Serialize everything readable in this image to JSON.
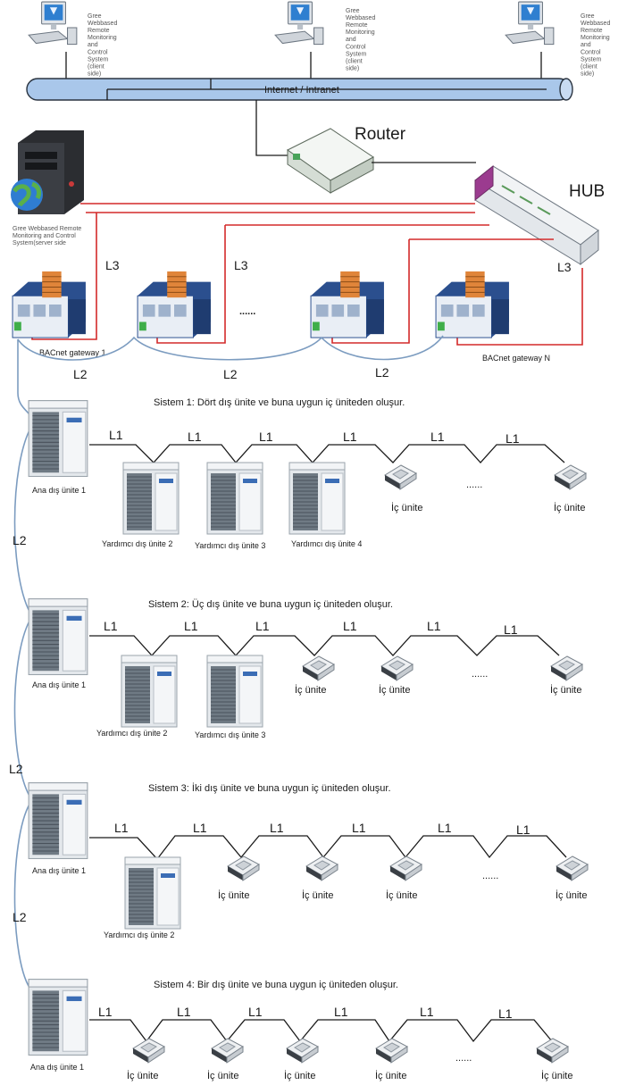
{
  "clients": [
    {
      "text": "Gree Webbased Remote Monitoring and Control System (client side)"
    },
    {
      "text": "Gree Webbased Remote Monitoring and Control System (client side)"
    },
    {
      "text": "Gree Webbased Remote Monitoring and Control System (client side)"
    }
  ],
  "network": {
    "label": "Internet / Intranet"
  },
  "router": {
    "label": "Router"
  },
  "hub": {
    "label": "HUB"
  },
  "server": {
    "label": "Gree Webbased Remote Monitoring and Control System(server side"
  },
  "gateways": {
    "first": "BACnet gateway 1",
    "last": "BACnet gateway N",
    "dots": "......"
  },
  "link_labels": {
    "l1": "L1",
    "l2": "L2",
    "l3": "L3"
  },
  "systems": [
    {
      "title": "Sistem 1: Dört dış ünite ve buna uygun iç üniteden oluşur.",
      "main": "Ana dış ünite 1",
      "aux": [
        "Yardımcı dış ünite 2",
        "Yardımcı dış ünite 3",
        "Yardımcı dış ünite 4"
      ],
      "indoor": [
        "İç ünite",
        "İç ünite"
      ],
      "dots": "......"
    },
    {
      "title": "Sistem 2: Üç dış ünite ve buna uygun iç üniteden oluşur.",
      "main": "Ana dış ünite 1",
      "aux": [
        "Yardımcı dış ünite 2",
        "Yardımcı dış ünite 3"
      ],
      "indoor": [
        "İç ünite",
        "İç ünite",
        "İç ünite"
      ],
      "dots": "......"
    },
    {
      "title": "Sistem 3: İki dış ünite ve buna uygun iç üniteden oluşur.",
      "main": "Ana dış ünite 1",
      "aux": [
        "Yardımcı dış ünite 2"
      ],
      "indoor": [
        "İç ünite",
        "İç ünite",
        "İç ünite",
        "İç ünite"
      ],
      "dots": "......"
    },
    {
      "title": "Sistem 4: Bir dış ünite ve buna uygun iç üniteden oluşur.",
      "main": "Ana dış ünite 1",
      "aux": [],
      "indoor": [
        "İç ünite",
        "İç ünite",
        "İç ünite",
        "İç ünite",
        "İç ünite"
      ],
      "dots": "......"
    }
  ]
}
